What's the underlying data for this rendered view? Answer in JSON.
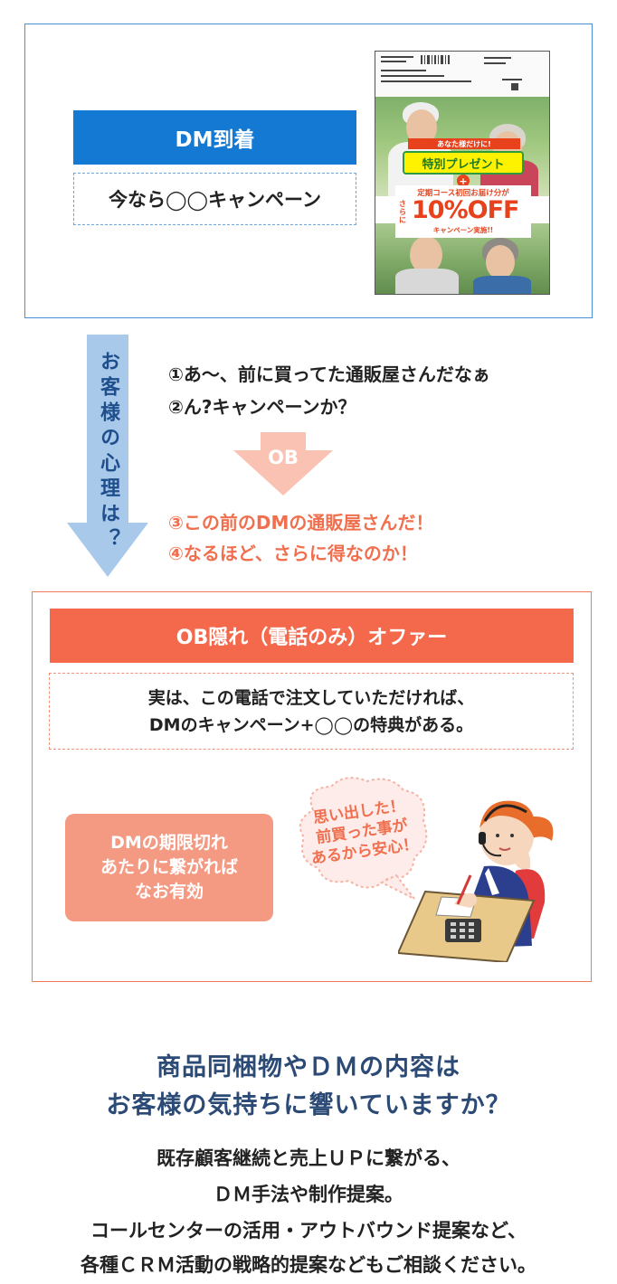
{
  "dm_section": {
    "title": "DM到着",
    "campaign": "今なら◯◯キャンペーン",
    "mailer": {
      "banner": "あなた様だけに!",
      "present": "特別プレゼント",
      "plus": "+",
      "course_line": "定期コース初回お届け分が",
      "sarani": "さらに",
      "discount": "10%OFF",
      "campaign_line": "キャンペーン実施!!"
    }
  },
  "psychology": {
    "label": "お客様の心理は？",
    "thoughts": [
      "①あ〜、前に買ってた通販屋さんだなぁ",
      "②ん?キャンペーンか？"
    ],
    "ob_label": "OB",
    "ob_thoughts": [
      "③この前のDMの通販屋さんだ！",
      "④なるほど、さらに得なのか！"
    ]
  },
  "ob_section": {
    "title": "OB隠れ（電話のみ）オファー",
    "desc_lines": [
      "実は、この電話で注文していただければ、",
      "DMのキャンペーン+◯◯の特典がある。"
    ],
    "limit_lines": [
      "DMの期限切れ",
      "あたりに繋がれば",
      "なお有効"
    ],
    "bubble_lines": [
      "思い出した！",
      "前買った事が",
      "あるから安心！"
    ]
  },
  "closing": {
    "heading_lines": [
      "商品同梱物やＤＭの内容は",
      "お客様の気持ちに響いていますか？"
    ],
    "body_lines": [
      "既存顧客継続と売上ＵＰに繋がる、",
      "ＤＭ手法や制作提案。",
      "コールセンターの活用・アウトバウンド提案など、",
      "各種ＣＲＭ活動の戦略的提案などもご相談ください。"
    ]
  },
  "colors": {
    "blue": "#1479d3",
    "navy": "#2b4a75",
    "coral": "#f4694b",
    "salmon": "#f59a82",
    "arrow_blue": "#a9c9ea",
    "arrow_pink": "#f9c2b2"
  }
}
